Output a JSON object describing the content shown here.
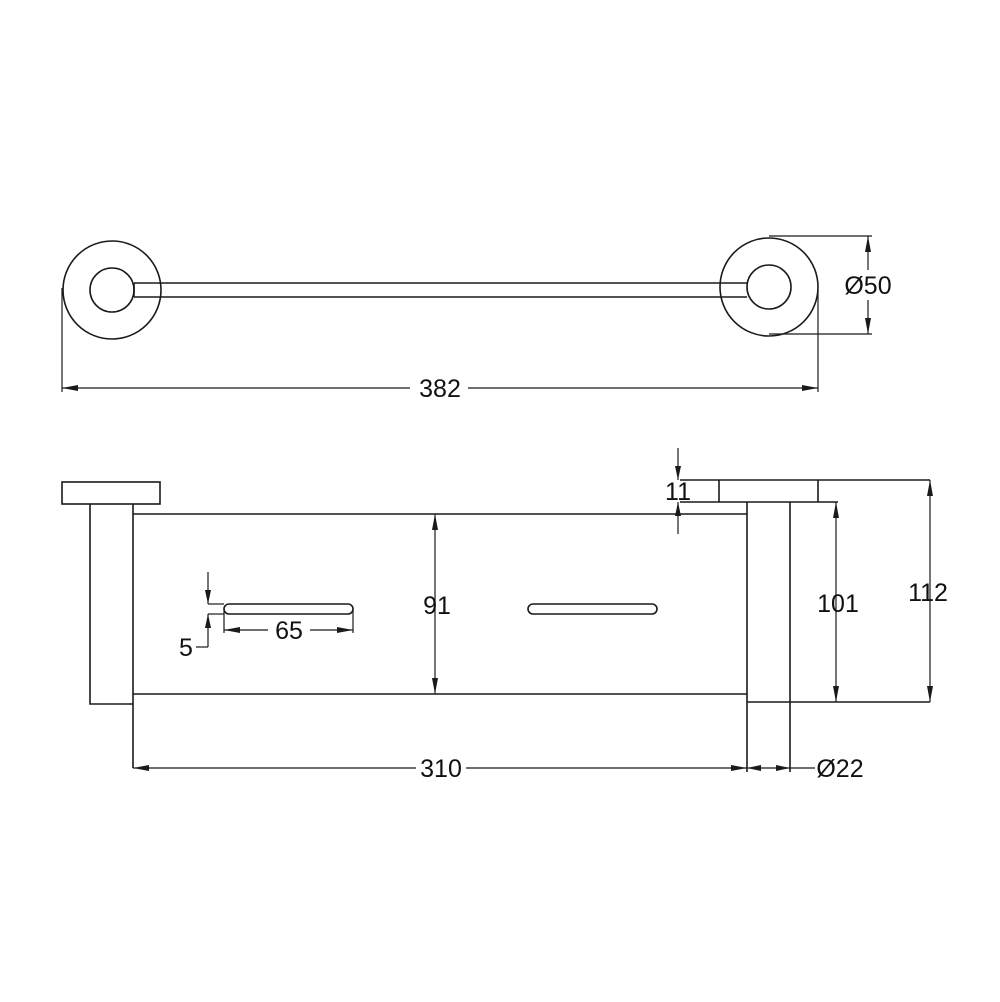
{
  "drawing": {
    "type": "technical-drawing",
    "subject": "wall-mounted shelf with round rosettes",
    "line_color": "#1a1a1a",
    "background": "#ffffff",
    "units": "mm"
  },
  "top_view": {
    "overall_length": {
      "label": "382",
      "value": 382
    },
    "rosette_diameter": {
      "label": "Ø50",
      "value": 50
    }
  },
  "side_view": {
    "shelf_width": {
      "label": "310",
      "value": 310
    },
    "shelf_height": {
      "label": "91",
      "value": 91
    },
    "post_height": {
      "label": "101",
      "value": 101
    },
    "overall_height": {
      "label": "112",
      "value": 112
    },
    "flange_thickness": {
      "label": "11",
      "value": 11
    },
    "post_diameter": {
      "label": "Ø22",
      "value": 22
    },
    "slot_length": {
      "label": "65",
      "value": 65
    },
    "slot_width": {
      "label": "5",
      "value": 5
    },
    "slot_count": 2
  }
}
